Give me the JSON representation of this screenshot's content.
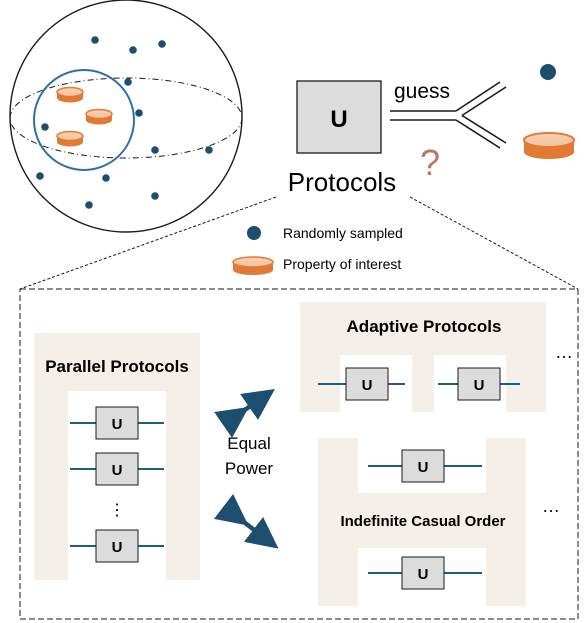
{
  "top": {
    "u_label": "U",
    "guess_label": "guess",
    "question_mark": "?",
    "protocols_label": "Protocols"
  },
  "legend": {
    "randomly_sampled": "Randomly sampled",
    "property_of_interest": "Property of interest"
  },
  "panels": {
    "parallel_title": "Parallel Protocols",
    "adaptive_title": "Adaptive Protocols",
    "indefinite_title": "Indefinite Casual Order",
    "vertical_ellipsis": "⋮",
    "ellipsis": "…",
    "gate_label": "U",
    "equal_power_line1": "Equal",
    "equal_power_line2": "Power"
  },
  "colors": {
    "navy_dot": "#1d4e6f",
    "sphere_ring": "#2e6fa8",
    "coin": "#e07a35",
    "gate_fill": "#dcdcdc",
    "panel_bg": "#f4efe9",
    "wire": "#1d5e78"
  }
}
